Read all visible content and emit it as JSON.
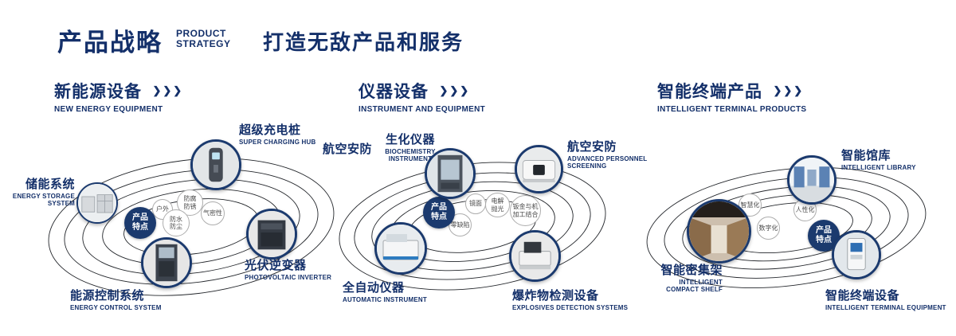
{
  "colors": {
    "navy": "#14306a"
  },
  "icons": {
    "triple_arrow": "❯❯❯"
  },
  "header": {
    "title": "产品战略",
    "subtitle_lines": [
      "PRODUCT",
      "STRATEGY"
    ],
    "tagline": "打造无敌产品和服务"
  },
  "sections": {
    "energy": {
      "title": "新能源设备",
      "subtitle": "NEW ENERGY EQUIPMENT",
      "badge": "产品特点",
      "features": {
        "f1": "户外",
        "f2": "防腐防锈",
        "f3": "气密性",
        "f4": "防水防尘"
      },
      "products": {
        "storage": {
          "name": "储能系统",
          "en": "ENERGY STORAGE SYSTEM"
        },
        "charging": {
          "name": "超级充电桩",
          "en": "SUPER CHARGING HUB"
        },
        "inverter": {
          "name": "光伏逆变器",
          "en": "PHOTOVOLTAIC INVERTER"
        },
        "control": {
          "name": "能源控制系统",
          "en": "ENERGY CONTROL SYSTEM"
        }
      }
    },
    "instrument": {
      "title": "仪器设备",
      "subtitle": "INSTRUMENT AND EQUIPMENT",
      "badge": "产品特点",
      "aside_label": "航空安防",
      "features": {
        "f1": "镜面",
        "f2": "电解抛光",
        "f3": "钣金与机加工结合",
        "f4": "零缺陷"
      },
      "products": {
        "biochem": {
          "name": "生化仪器",
          "en": "BIOCHEMISTRY INSTRUMENT"
        },
        "screening": {
          "name": "航空安防",
          "en": "ADVANCED PERSONNEL SCREENING"
        },
        "automatic": {
          "name": "全自动仪器",
          "en": "AUTOMATIC INSTRUMENT"
        },
        "explosives": {
          "name": "爆炸物检测设备",
          "en": "EXPLOSIVES DETECTION SYSTEMS"
        }
      }
    },
    "terminal": {
      "title": "智能终端产品",
      "subtitle": "INTELLIGENT TERMINAL PRODUCTS",
      "badge": "产品特点",
      "features": {
        "f1": "智慧化",
        "f2": "人性化",
        "f3": "数字化"
      },
      "products": {
        "library": {
          "name": "智能馆库",
          "en": "INTELLIGENT LIBRARY"
        },
        "shelf": {
          "name": "智能密集架",
          "en": "INTELLIGENT COMPACT SHELF"
        },
        "device": {
          "name": "智能终端设备",
          "en": "INTELLIGENT TERMINAL EQUIPMENT"
        }
      }
    }
  }
}
